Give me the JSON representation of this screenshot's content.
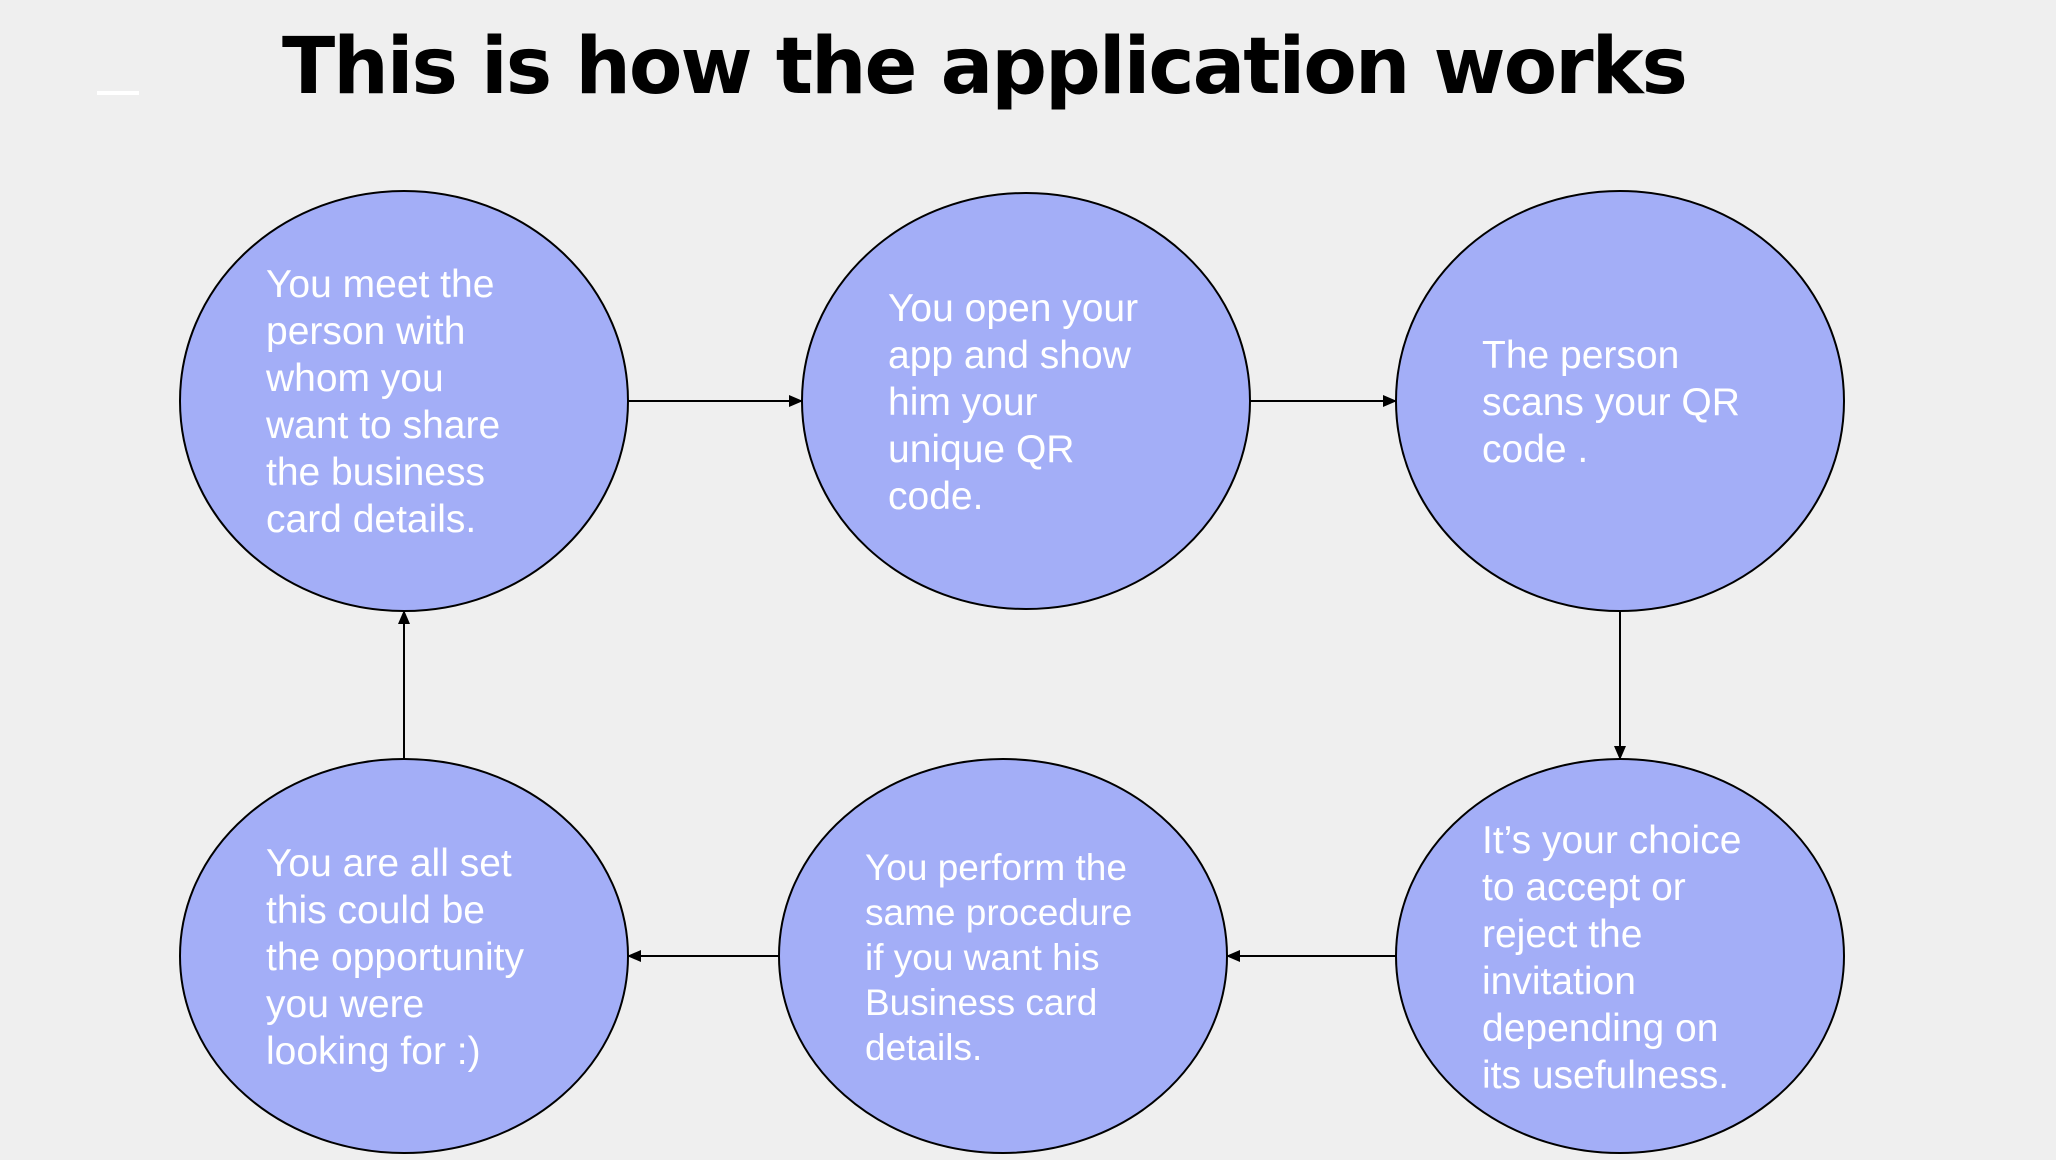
{
  "slide": {
    "title": "This is how the application works",
    "colors": {
      "background": "#efefef",
      "node_fill": "#a3aef7",
      "node_stroke": "#000000",
      "node_text": "#ffffff",
      "arrow": "#000000"
    }
  },
  "nodes": [
    {
      "id": "meet",
      "text": "You meet the\nperson with\nwhom you\nwant to share\nthe business\ncard details."
    },
    {
      "id": "open-app",
      "text": "You open your\napp and show\nhim your\nunique QR\ncode."
    },
    {
      "id": "scan",
      "text": "The person\nscans your QR\ncode ."
    },
    {
      "id": "choice",
      "text": "It’s your choice\nto accept or\nreject the\ninvitation\ndepending on\nits usefulness."
    },
    {
      "id": "same-procedure",
      "text": "You perform the\nsame procedure\nif you want his\nBusiness card\ndetails."
    },
    {
      "id": "all-set",
      "text": "You are all set\nthis could be\nthe opportunity\nyou were\nlooking for :)"
    }
  ],
  "edges": [
    {
      "from": "meet",
      "to": "open-app"
    },
    {
      "from": "open-app",
      "to": "scan"
    },
    {
      "from": "scan",
      "to": "choice"
    },
    {
      "from": "choice",
      "to": "same-procedure"
    },
    {
      "from": "same-procedure",
      "to": "all-set"
    },
    {
      "from": "all-set",
      "to": "meet"
    }
  ]
}
